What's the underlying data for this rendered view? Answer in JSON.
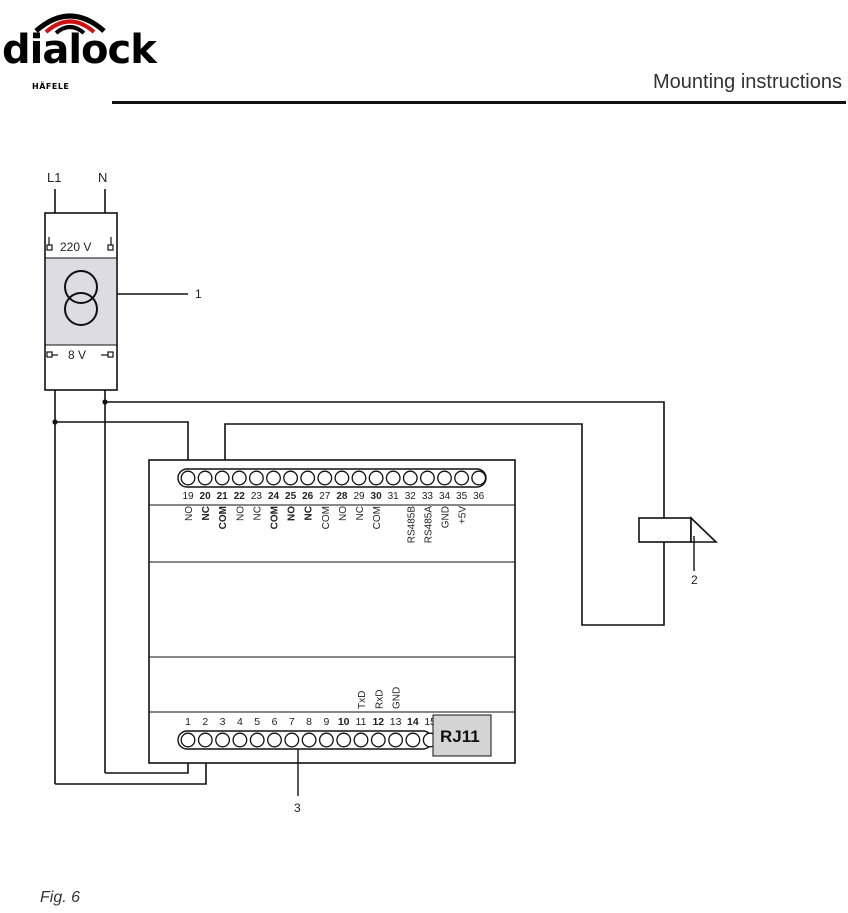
{
  "logo": {
    "word": "dialock",
    "sub": "HÄFELE"
  },
  "header": {
    "title": "Mounting instructions"
  },
  "diagram": {
    "supply_labels": [
      "L1",
      "N"
    ],
    "transformer": {
      "input_label": "220 V",
      "output_label": "8 V"
    },
    "callouts": [
      "1",
      "2",
      "3"
    ],
    "top_terminals": {
      "numbers": [
        "19",
        "20",
        "21",
        "22",
        "23",
        "24",
        "25",
        "26",
        "27",
        "28",
        "29",
        "30",
        "31",
        "32",
        "33",
        "34",
        "35",
        "36"
      ],
      "labels": [
        "NO",
        "NC",
        "COM",
        "NO",
        "NC",
        "COM",
        "NO",
        "NC",
        "COM",
        "NO",
        "NC",
        "COM",
        "",
        "RS485B",
        "RS485A",
        "GND",
        "+5V",
        ""
      ]
    },
    "bottom_terminals": {
      "numbers": [
        "1",
        "2",
        "3",
        "4",
        "5",
        "6",
        "7",
        "8",
        "9",
        "10",
        "11",
        "12",
        "13",
        "14",
        "15"
      ],
      "labels": [
        "TxD",
        "RxD",
        "GND"
      ]
    },
    "connector_label": "RJ11"
  },
  "caption": "Fig. 6"
}
